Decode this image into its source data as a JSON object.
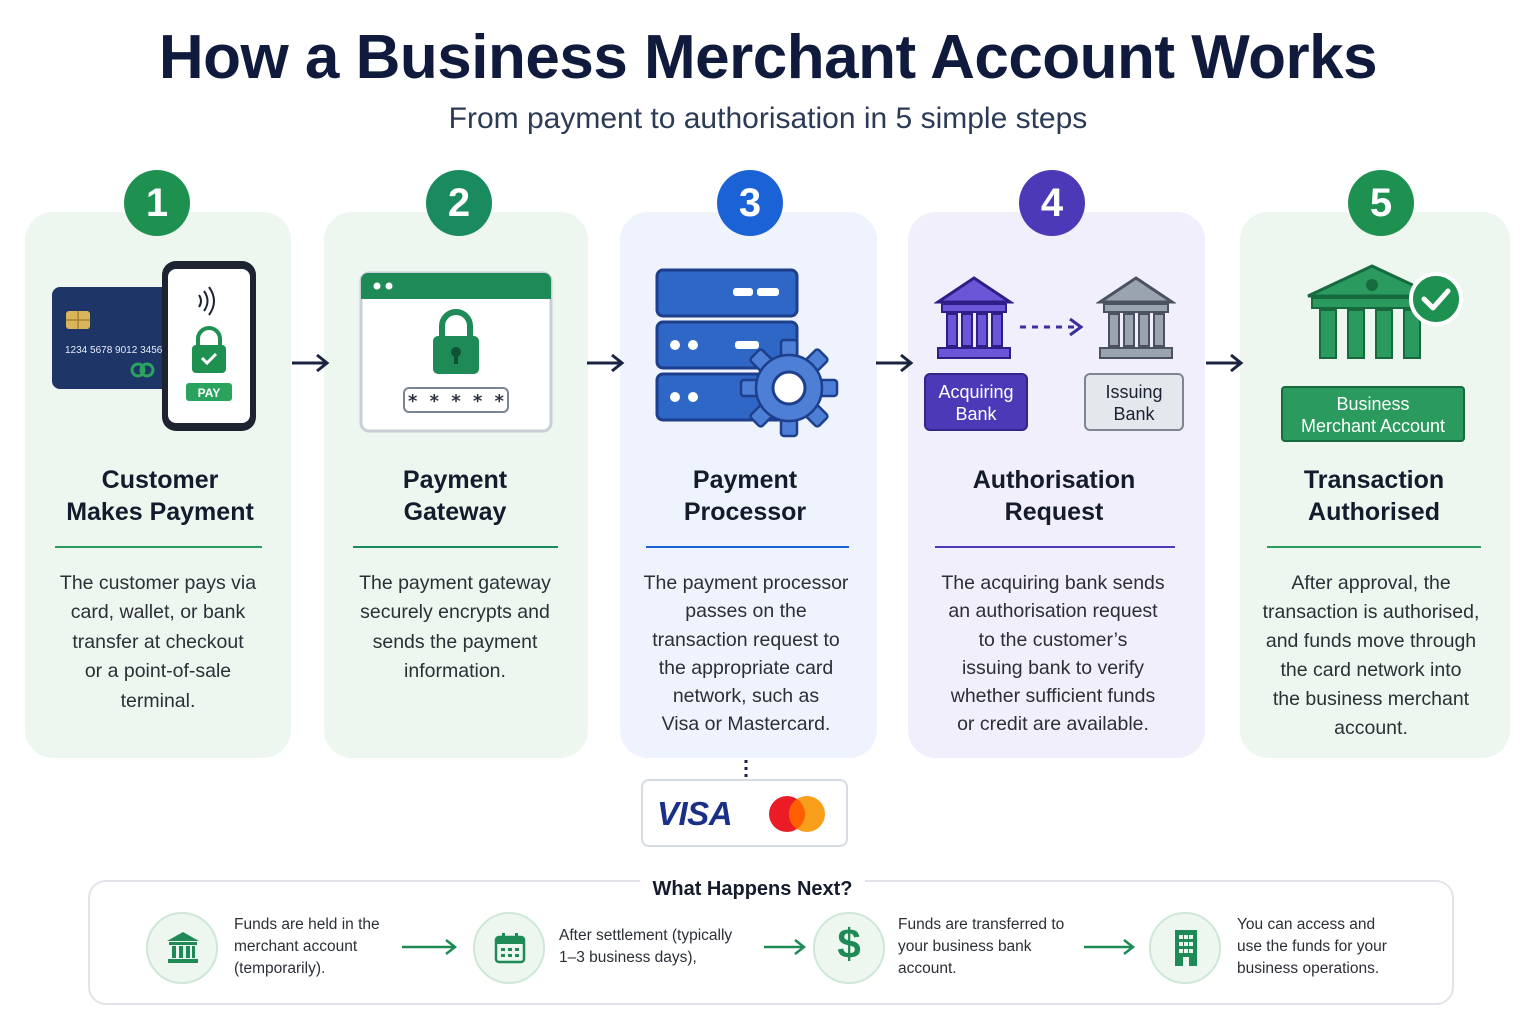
{
  "title": "How a Business Merchant Account Works",
  "subtitle": "From payment to authorisation in 5 simple steps",
  "colors": {
    "green": "#1e9050",
    "teal": "#1a8a5f",
    "blue": "#1a62d6",
    "purple": "#4c39b8",
    "navy": "#0f1a3c"
  },
  "steps": [
    {
      "number": "1",
      "title_line1": "Customer",
      "title_line2": "Makes Payment",
      "desc": [
        "The customer pays via",
        "card, wallet, or bank",
        "transfer at checkout",
        "or a point-of-sale",
        "terminal."
      ],
      "card_number": "1234  5678  9012  3456",
      "pay_label": "PAY"
    },
    {
      "number": "2",
      "title_line1": "Payment",
      "title_line2": "Gateway",
      "desc": [
        "The payment gateway",
        "securely encrypts and",
        "sends the payment",
        "information."
      ],
      "password_mask": "* * * * *"
    },
    {
      "number": "3",
      "title_line1": "Payment",
      "title_line2": "Processor",
      "desc": [
        "The payment processor",
        "passes on the",
        "transaction request to",
        "the appropriate card",
        "network, such as",
        "Visa or Mastercard."
      ]
    },
    {
      "number": "4",
      "title_line1": "Authorisation",
      "title_line2": "Request",
      "desc": [
        "The acquiring bank sends",
        "an authorisation request",
        "to the customer’s",
        "issuing bank to verify",
        "whether sufficient funds",
        "or credit are available."
      ],
      "acquiring_line1": "Acquiring",
      "acquiring_line2": "Bank",
      "issuing_line1": "Issuing",
      "issuing_line2": "Bank"
    },
    {
      "number": "5",
      "title_line1": "Transaction",
      "title_line2": "Authorised",
      "desc": [
        "After approval, the",
        "transaction is authorised,",
        "and funds move through",
        "the card network into",
        "the business merchant",
        "account."
      ],
      "account_line1": "Business",
      "account_line2": "Merchant Account"
    }
  ],
  "card_network": {
    "visa": "VISA"
  },
  "next": {
    "title": "What Happens Next?",
    "items": [
      {
        "icon": "bank-icon",
        "lines": [
          "Funds are held in the",
          "merchant account",
          "(temporarily)."
        ]
      },
      {
        "icon": "calendar-icon",
        "lines": [
          "After settlement (typically",
          "1–3 business days),"
        ]
      },
      {
        "icon": "dollar-icon",
        "lines": [
          "Funds are transferred to",
          "your business bank",
          "account."
        ]
      },
      {
        "icon": "building-icon",
        "lines": [
          "You can access and",
          "use the funds for your",
          "business operations."
        ]
      }
    ]
  }
}
